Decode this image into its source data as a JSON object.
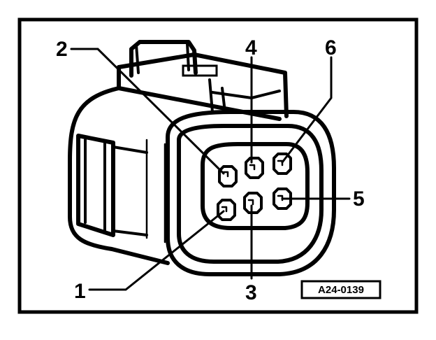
{
  "figure": {
    "reference_code": "A24-0139",
    "callouts": [
      {
        "id": "pin-1",
        "label": "1"
      },
      {
        "id": "pin-2",
        "label": "2"
      },
      {
        "id": "pin-3",
        "label": "3"
      },
      {
        "id": "pin-4",
        "label": "4"
      },
      {
        "id": "pin-5",
        "label": "5"
      },
      {
        "id": "pin-6",
        "label": "6"
      }
    ],
    "colors": {
      "ink": "#000000",
      "paper": "#ffffff"
    }
  }
}
